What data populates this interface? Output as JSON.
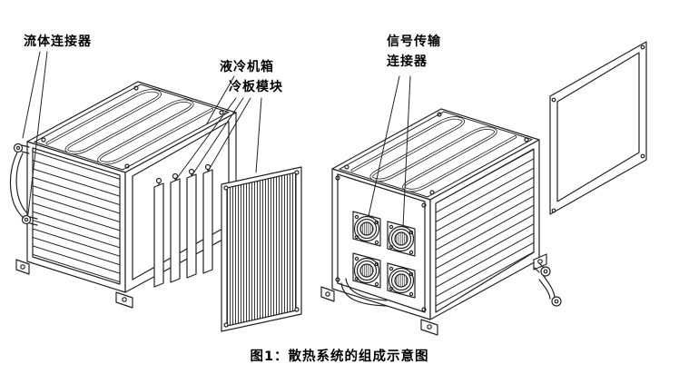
{
  "figure": {
    "caption": "图1：散热系统的组成示意图",
    "labels": {
      "fluid_connector": "流体连接器",
      "chassis": "液冷机箱",
      "cold_plate": "冷板模块",
      "signal_connector": "信号传输\n连接器"
    },
    "colors": {
      "line": "#222222",
      "background": "#ffffff"
    }
  }
}
